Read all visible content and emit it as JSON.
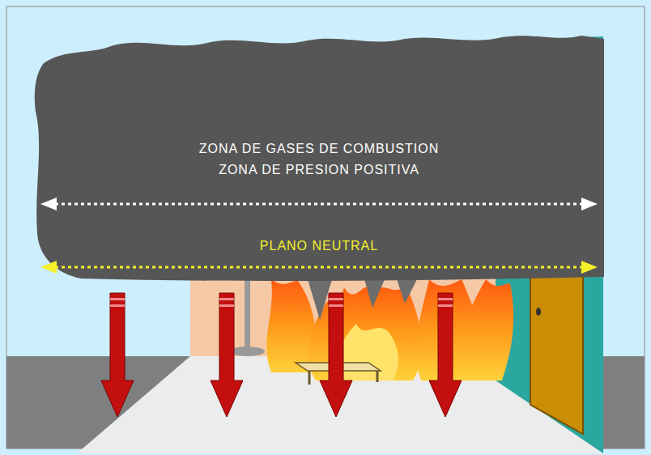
{
  "diagram": {
    "nodes": [
      {
        "text": [
          "ZONA DE GASES DE COMBUSTION",
          "ZONA DE PRESION POSITIVA",
          "PLANO NEUTRAL"
        ]
      }
    ]
  }
}
